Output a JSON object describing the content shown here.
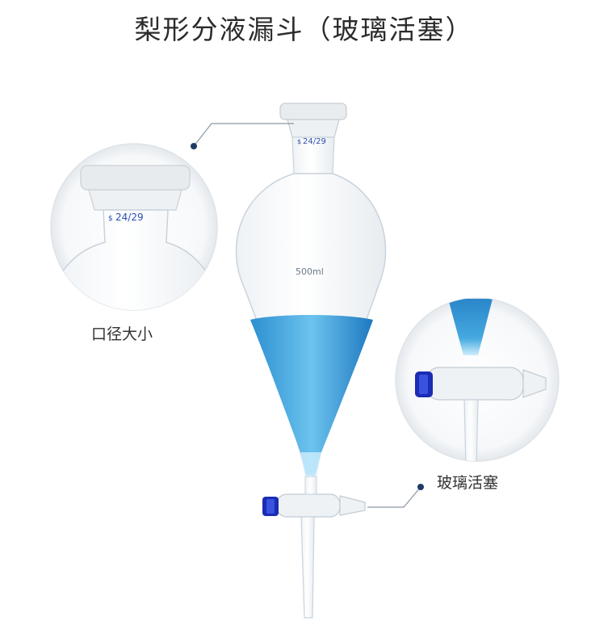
{
  "title": "梨形分液漏斗（玻璃活塞）",
  "callouts": {
    "neck_label": "口径大小",
    "stopcock_label": "玻璃活塞"
  },
  "markings": {
    "joint_size": "24/29",
    "joint_symbol": "$",
    "capacity": "500ml"
  },
  "colors": {
    "liquid": "#1e8fd0",
    "stopcock_cap": "#1a2db3",
    "callout_dot": "#1f3a66"
  }
}
